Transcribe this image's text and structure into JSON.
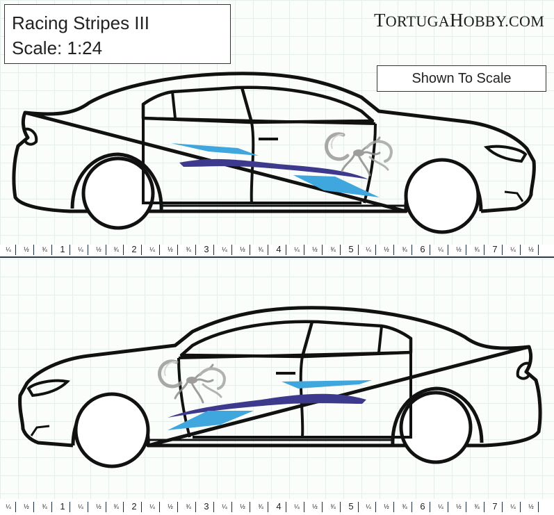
{
  "title": {
    "line1": "Racing Stripes III",
    "line2": "Scale: 1:24"
  },
  "brand": {
    "site_first_big": "T",
    "site_first": "ORTUGA",
    "site_second_big": "H",
    "site_second": "OBBY.COM"
  },
  "scale_note": "Shown To Scale",
  "ruler": {
    "fraction_labels": [
      "¼",
      "½",
      "¾"
    ],
    "inch_labels": [
      "1",
      "2",
      "3",
      "4",
      "5",
      "6",
      "7"
    ],
    "trailing_labels": [
      "¼",
      "½"
    ]
  },
  "views": [
    {
      "side": "driver side",
      "facing": "right"
    },
    {
      "side": "passenger side",
      "facing": "left"
    }
  ],
  "icons": {
    "logo": "scorpion-logo-icon"
  },
  "colors": {
    "stripe_dark": "#3d3a8e",
    "stripe_light": "#3fa6de",
    "car_outline": "#111111",
    "divider": "#2a3a48"
  }
}
